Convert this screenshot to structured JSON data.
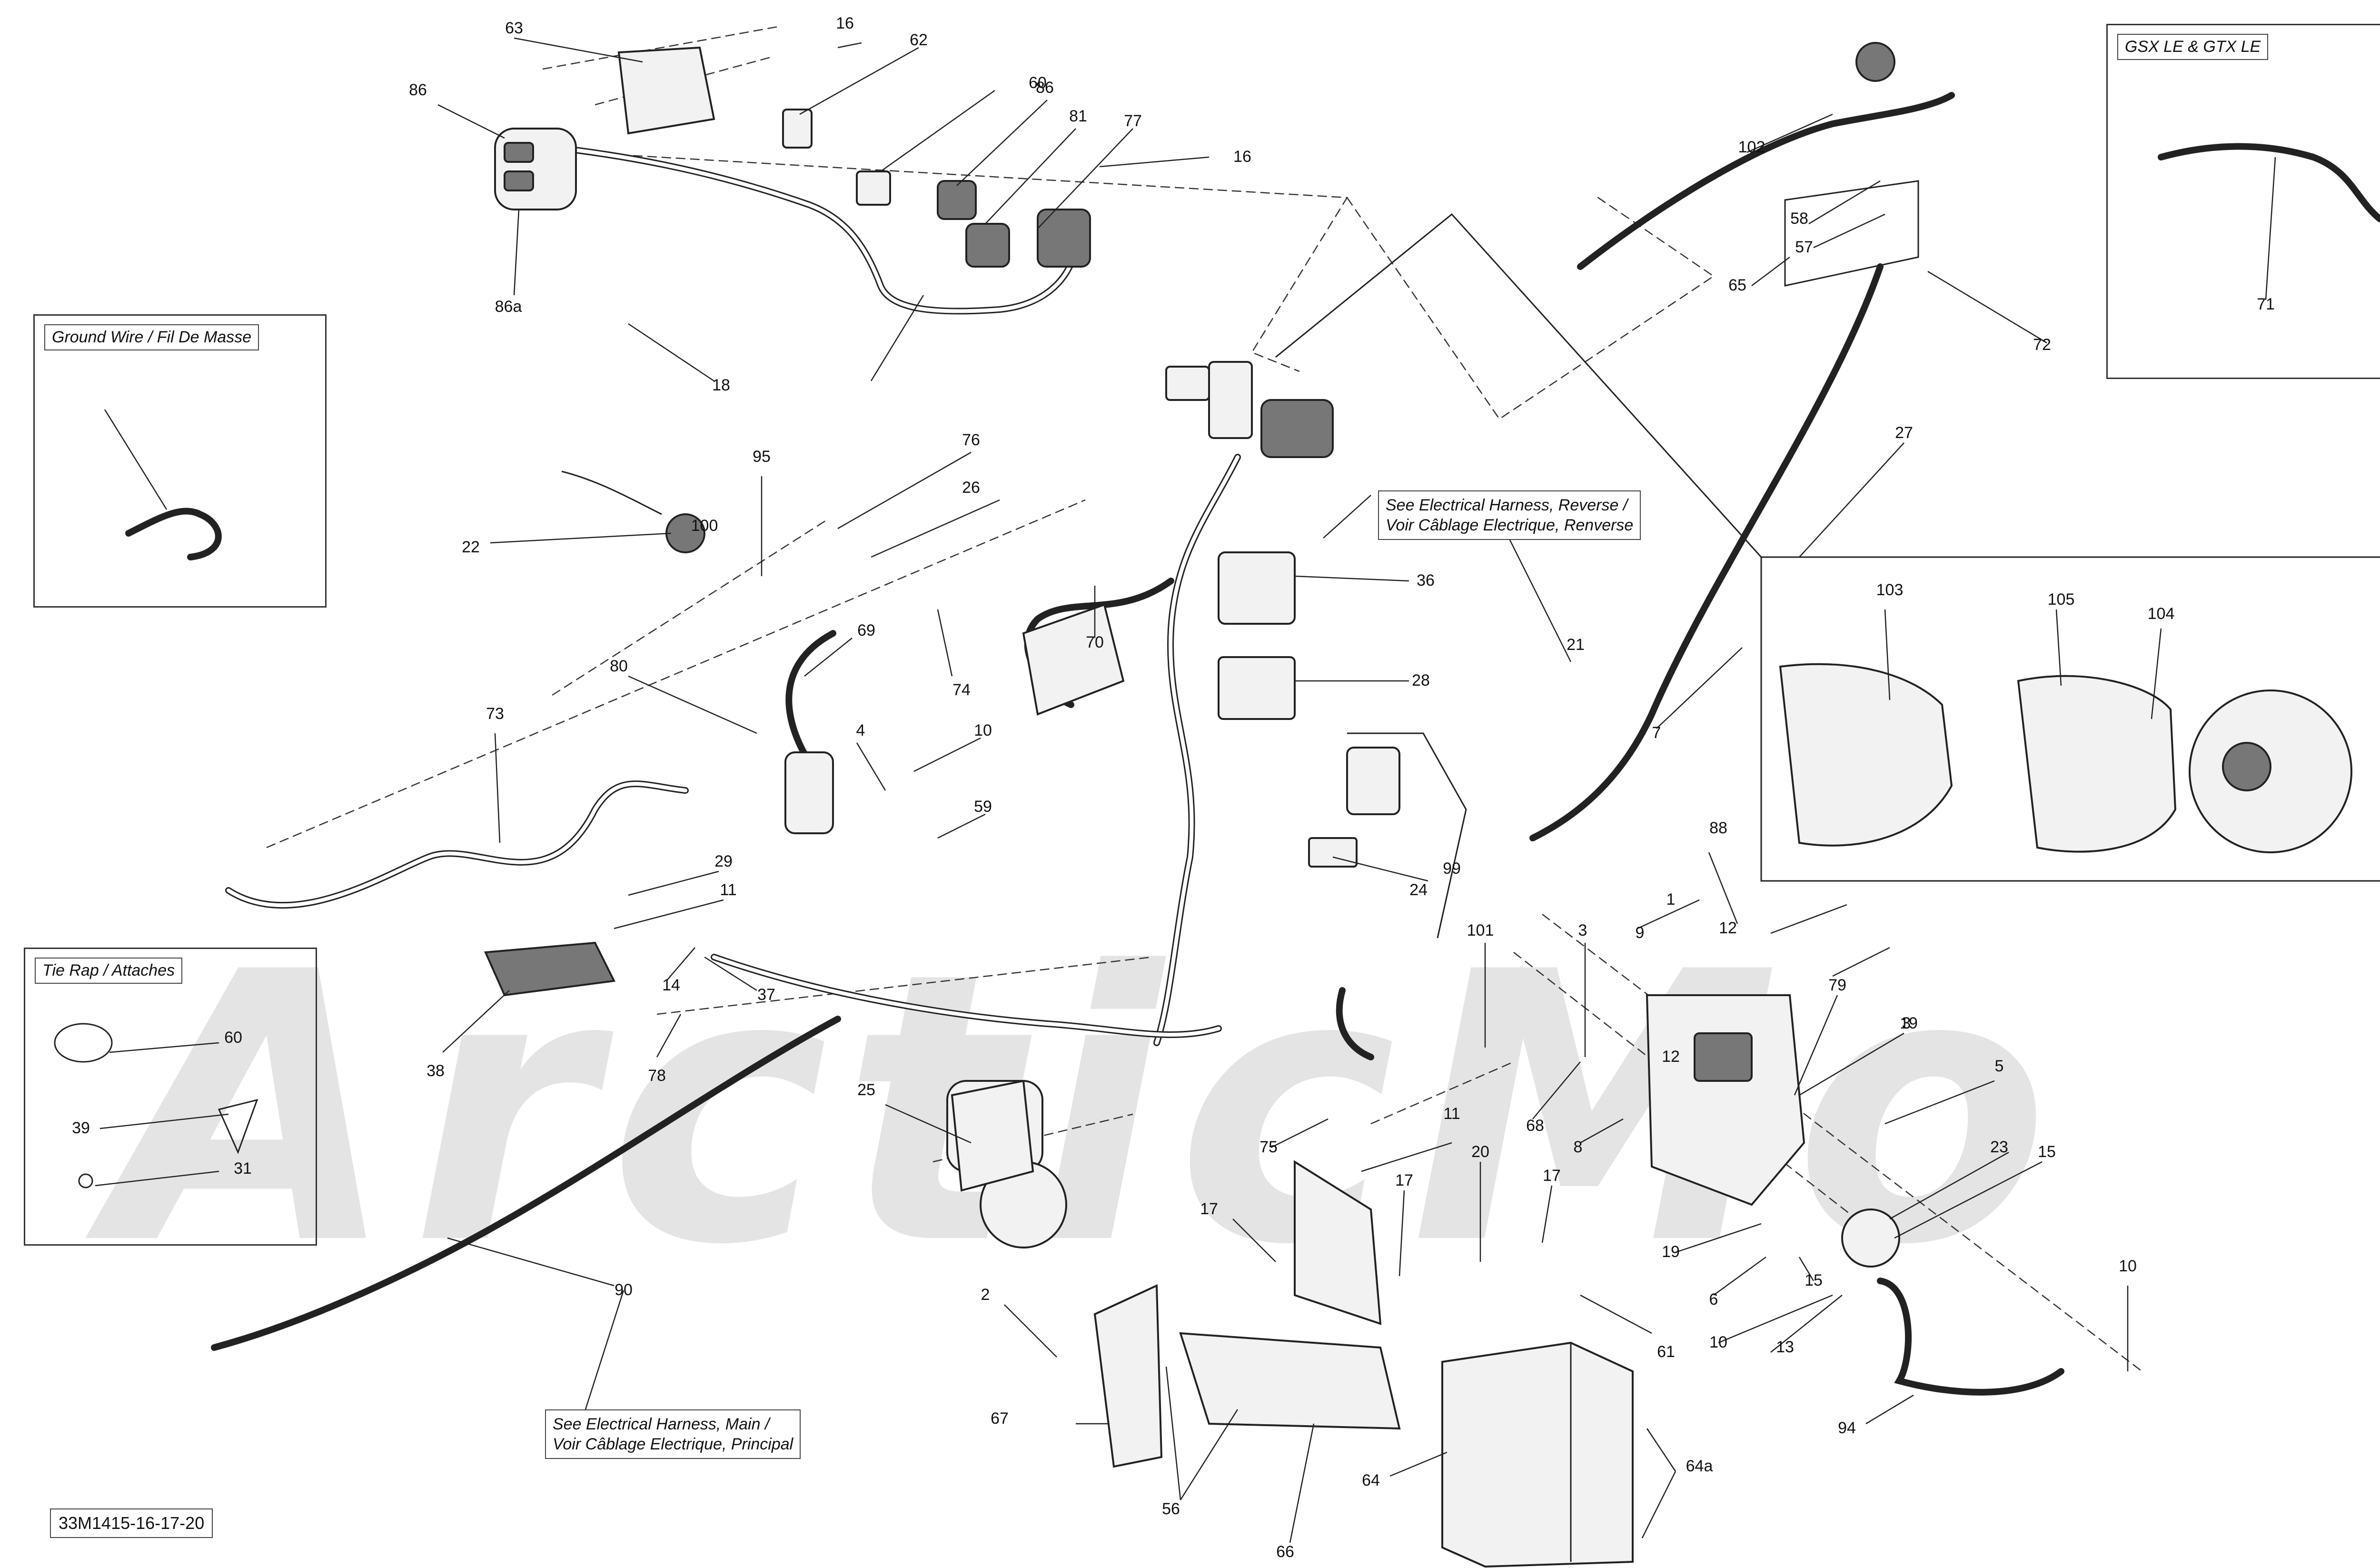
{
  "watermark": "ArcticMo",
  "insets": {
    "ground_wire": "Ground Wire / Fil De Masse",
    "tie_rap": "Tie Rap / Attaches",
    "gsx_gtx": "GSX LE & GTX LE"
  },
  "notes": {
    "reverse": [
      "See Electrical Harness, Reverse /",
      "Voir Câblage Electrique, Renverse"
    ],
    "main": [
      "See Electrical Harness, Main /",
      "Voir Câblage Electrique, Principal"
    ]
  },
  "diagram_code": "33M1415-16-17-20",
  "callouts": [
    "63",
    "16",
    "62",
    "60",
    "86",
    "81",
    "77",
    "16",
    "86",
    "86a",
    "18",
    "95",
    "76",
    "22",
    "26",
    "100",
    "69",
    "74",
    "70",
    "36",
    "28",
    "21",
    "80",
    "4",
    "10",
    "59",
    "73",
    "29",
    "11",
    "14",
    "37",
    "38",
    "78",
    "99",
    "24",
    "60",
    "39",
    "31",
    "25",
    "75",
    "101",
    "3",
    "68",
    "12",
    "88",
    "12",
    "1",
    "9",
    "3",
    "8",
    "79",
    "19",
    "5",
    "23",
    "15",
    "11",
    "20",
    "17",
    "17",
    "17",
    "19",
    "6",
    "15",
    "2",
    "61",
    "10",
    "13",
    "10",
    "67",
    "56",
    "66",
    "64",
    "64a",
    "94",
    "90",
    "102",
    "58",
    "57",
    "65",
    "72",
    "71",
    "27",
    "103",
    "105",
    "104",
    "7"
  ]
}
